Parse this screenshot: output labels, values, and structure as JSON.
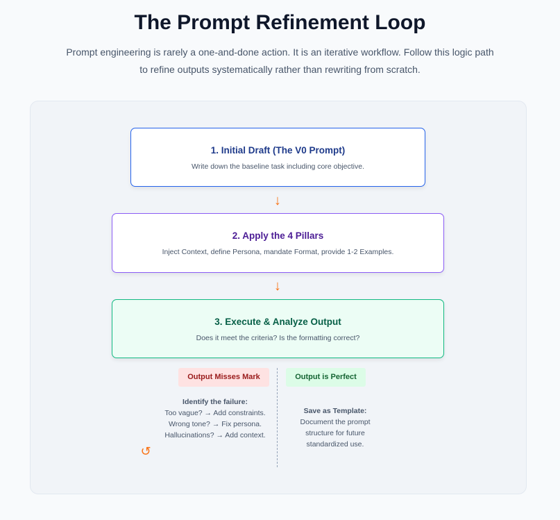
{
  "title": "The Prompt Refinement Loop",
  "subtitle": "Prompt engineering is rarely a one-and-done action. It is an iterative workflow. Follow this logic path to refine outputs systematically rather than rewriting from scratch.",
  "steps": [
    {
      "title": "1. Initial Draft (The V0 Prompt)",
      "desc": "Write down the baseline task including core objective."
    },
    {
      "title": "2. Apply the 4 Pillars",
      "desc": "Inject Context, define Persona, mandate Format, provide 1-2 Examples."
    },
    {
      "title": "3. Execute & Analyze Output",
      "desc": "Does it meet the criteria? Is the formatting correct?"
    }
  ],
  "arrow": "↓",
  "loop_icon": "↺",
  "branches": {
    "miss": {
      "label": "Output Misses Mark",
      "heading": "Identify the failure:",
      "lines": [
        "Too vague? → Add constraints.",
        "Wrong tone? → Fix persona.",
        "Hallucinations? → Add context."
      ]
    },
    "perfect": {
      "label": "Output is Perfect",
      "heading": "Save as Template:",
      "body": "Document the prompt structure for future standardized use."
    }
  }
}
